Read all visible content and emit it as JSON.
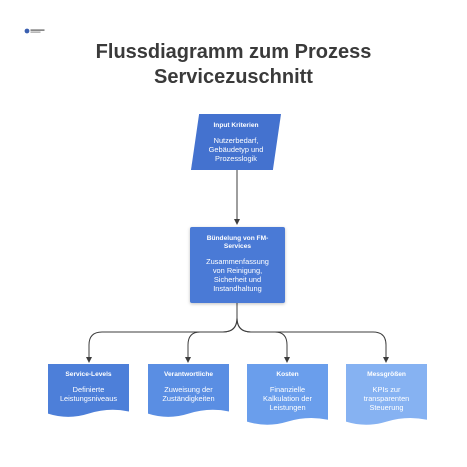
{
  "title": {
    "line1": "Flussdiagramm zum Prozess",
    "line2": "Servicezuschnitt"
  },
  "colors": {
    "input": "#4472cf",
    "bundle": "#4a7ad6",
    "leaf1": "#4d7fd9",
    "leaf2": "#5a8ee3",
    "leaf3": "#6a9eec",
    "leaf4": "#86b2f2",
    "connector": "#3d3d3d"
  },
  "nodes": {
    "input": {
      "heading": "Input Kriterien",
      "body": [
        "Nutzerbedarf,",
        "Gebäudetyp und",
        "Prozesslogik"
      ]
    },
    "bundle": {
      "heading_lines": [
        "Bündelung von FM-",
        "Services"
      ],
      "body": [
        "Zusammenfassung",
        "von Reinigung,",
        "Sicherheit und",
        "Instandhaltung"
      ]
    },
    "leaves": [
      {
        "heading": "Service-Levels",
        "body": [
          "Definierte",
          "Leistungsniveaus"
        ]
      },
      {
        "heading": "Verantwortliche",
        "body": [
          "Zuweisung der",
          "Zuständigkeiten"
        ]
      },
      {
        "heading": "Kosten",
        "body": [
          "Finanzielle",
          "Kalkulation der",
          "Leistungen"
        ]
      },
      {
        "heading": "Messgrößen",
        "body": [
          "KPIs zur",
          "transparenten",
          "Steuerung"
        ]
      }
    ]
  }
}
